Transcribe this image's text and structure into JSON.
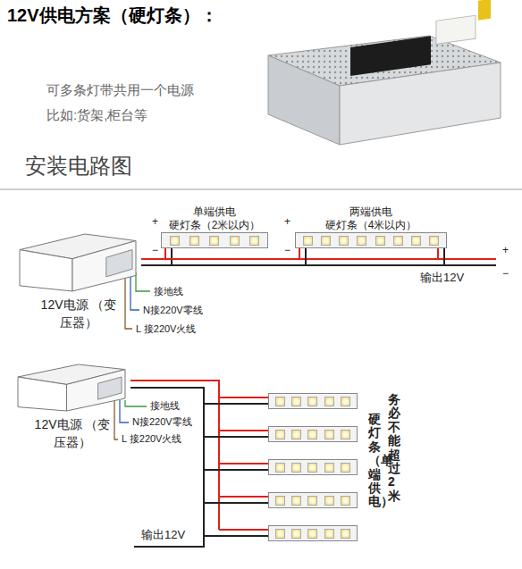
{
  "diagram": {
    "title": "12V供电方案（硬灯条）：",
    "nodes": [
      {
        "text": [
          "12V电源 （变压器）"
        ]
      },
      {
        "text": [
          "单端供电",
          "硬灯条（2米以内）"
        ]
      },
      {
        "text": [
          "两端供电",
          "硬灯条（4米以内）"
        ]
      },
      {
        "text": [
          "12V电源 （变压器）"
        ]
      }
    ],
    "edges": [
      {
        "from": 0,
        "to": 1,
        "arrow": "none"
      },
      {
        "from": 0,
        "to": 2,
        "arrow": "none"
      }
    ],
    "labels": [
      "可多条灯带共用一个电源",
      "比如:货架,柜台等",
      "安装电路图",
      "+",
      "−",
      "+",
      "−",
      "+",
      "−",
      "输出12V",
      "接地线",
      "N接220V零线",
      "L 接220V火线",
      "接地线",
      "N接220V零线",
      "L 接220V火线",
      "务必不能超过2米",
      "硬灯条（单端供电）",
      "输出12V"
    ]
  }
}
